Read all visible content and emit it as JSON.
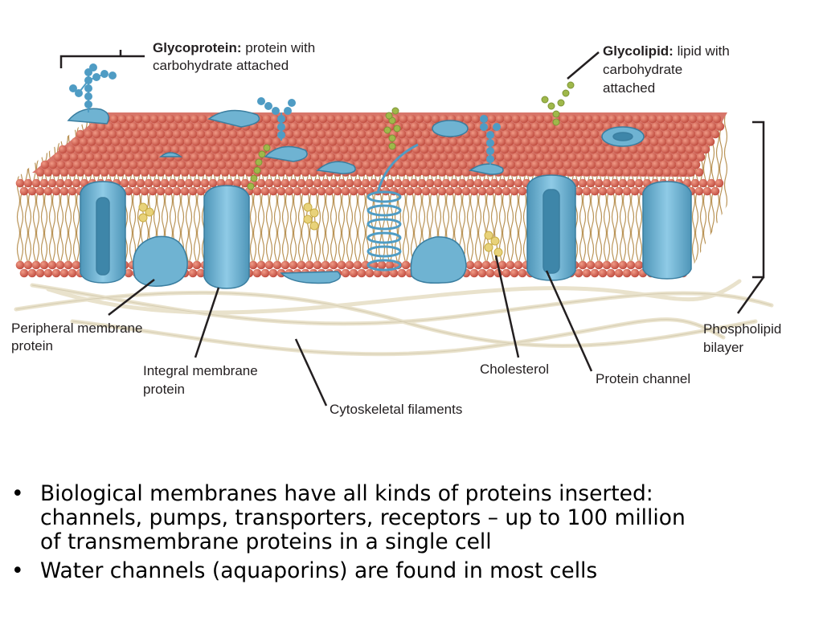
{
  "labels": {
    "glycoprotein_term": "Glycoprotein:",
    "glycoprotein_def_1": "protein with",
    "glycoprotein_def_2": "carbohydrate attached",
    "glycolipid_term": "Glycolipid:",
    "glycolipid_def_1": "lipid with",
    "glycolipid_def_2": "carbohydrate",
    "glycolipid_def_3": "attached",
    "peripheral_1": "Peripheral membrane",
    "peripheral_2": "protein",
    "integral_1": "Integral membrane",
    "integral_2": "protein",
    "cytoskeletal": "Cytoskeletal filaments",
    "cholesterol": "Cholesterol",
    "protein_channel": "Protein channel",
    "phospholipid_1": "Phospholipid",
    "phospholipid_2": "bilayer"
  },
  "bullets": [
    {
      "marker": "•",
      "line1": "Biological membranes have all kinds of proteins inserted:",
      "line2": "channels, pumps, transporters, receptors – up to 100 million",
      "line3": "of transmembrane proteins in a single cell"
    },
    {
      "marker": "•",
      "text": "Water channels (aquaporins) are found in most cells"
    }
  ],
  "colors": {
    "phosphate_head": "#c9574a",
    "protein": "#6fb3d2",
    "carbohydrate": "#4f9cc4",
    "glycolipid_sugar": "#9fb84a",
    "cholesterol": "#e8d27a",
    "lipid_tail": "#b99356",
    "filament": "#ece6d2"
  }
}
